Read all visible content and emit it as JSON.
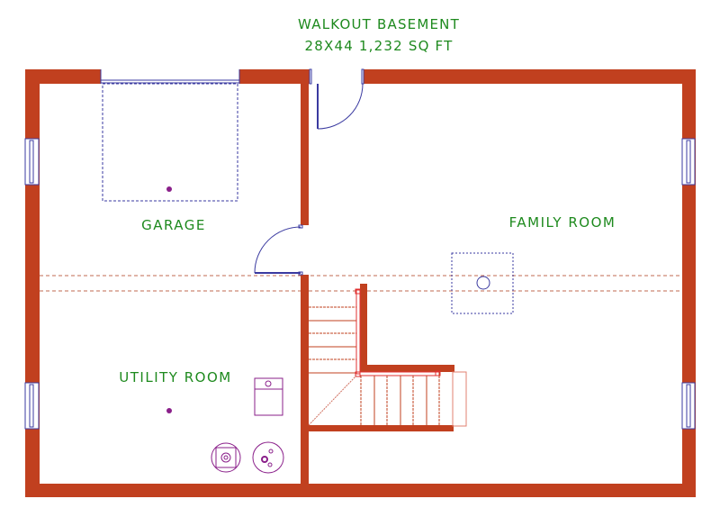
{
  "title": {
    "line1": "WALKOUT BASEMENT",
    "line2": "28X44 1,232 SQ FT"
  },
  "rooms": {
    "garage": "GARAGE",
    "family_room": "FAMILY ROOM",
    "utility_room": "UTILITY ROOM"
  },
  "colors": {
    "wall": "#c1401f",
    "label": "#1e8a1e",
    "door_window": "#3a3aa0",
    "fixture": "#8a1f8a",
    "beam": "#c06a50"
  },
  "symbols": [
    "garage-door",
    "entry-door",
    "interior-door",
    "window",
    "stairs",
    "water-heater",
    "furnace",
    "sump-pump",
    "light-fixture",
    "support-post"
  ]
}
